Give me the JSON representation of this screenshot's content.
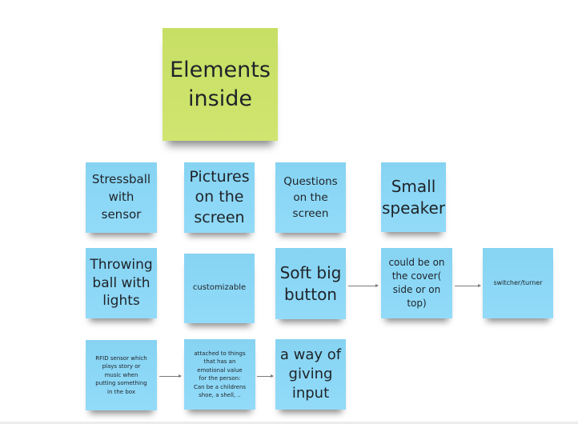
{
  "board": {
    "title_note": {
      "text": "Elements\ninside",
      "color": "#cbe26a"
    },
    "note_color": "#8dd8f7",
    "notes": [
      {
        "id": "stressball",
        "text": "Stressball\nwith\nsensor"
      },
      {
        "id": "pictures",
        "text": "Pictures\non the\nscreen"
      },
      {
        "id": "questions",
        "text": "Questions\non the\nscreen"
      },
      {
        "id": "speaker",
        "text": "Small\nspeaker"
      },
      {
        "id": "throwing-ball",
        "text": "Throwing\nball with\nlights"
      },
      {
        "id": "customizable",
        "text": "customizable"
      },
      {
        "id": "soft-button",
        "text": "Soft big\nbutton"
      },
      {
        "id": "cover",
        "text": "could be on\nthe cover(\nside or on\ntop)"
      },
      {
        "id": "switcher",
        "text": "switcher/turner"
      },
      {
        "id": "rfid",
        "text": "RFID sensor which\nplays story or\nmusic when\nputting something\nin the box"
      },
      {
        "id": "attached",
        "text": "attached to things\nthat has an\nemotional value\nfor the person:\nCan be a childrens\nshoe, a shell, .."
      },
      {
        "id": "input",
        "text": "a way of\ngiving\ninput"
      }
    ],
    "connectors": [
      {
        "from": "soft-button",
        "to": "cover"
      },
      {
        "from": "cover",
        "to": "switcher"
      },
      {
        "from": "rfid",
        "to": "attached"
      },
      {
        "from": "attached",
        "to": "input"
      }
    ]
  }
}
